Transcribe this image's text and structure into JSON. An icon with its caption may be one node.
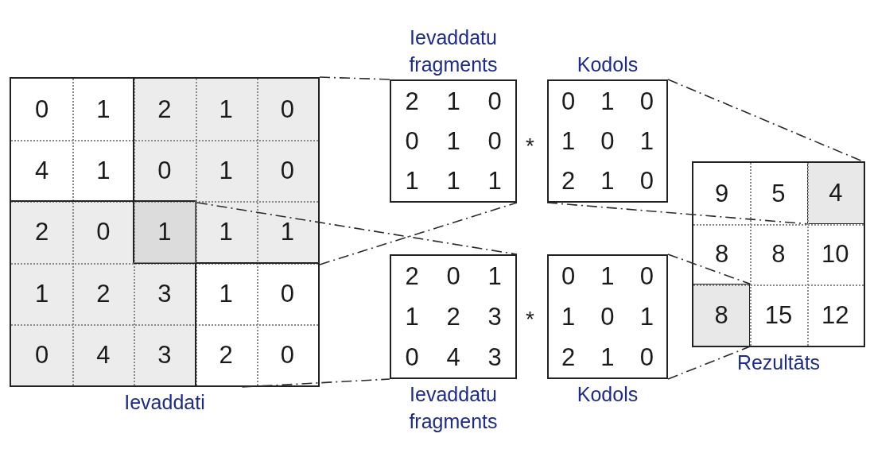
{
  "diagram": {
    "nodes": [
      {
        "text": [
          "0",
          "1",
          "2",
          "1",
          "0",
          "4",
          "1",
          "0",
          "1",
          "0",
          "2",
          "0",
          "1",
          "1",
          "1",
          "1",
          "2",
          "3",
          "1",
          "0",
          "0",
          "4",
          "3",
          "2",
          "0",
          "Ievaddati"
        ]
      },
      {
        "text": [
          "Ievaddatu fragments",
          "2",
          "1",
          "0",
          "0",
          "1",
          "0",
          "1",
          "1",
          "1"
        ]
      },
      {
        "text": [
          "Kodols",
          "0",
          "1",
          "0",
          "1",
          "0",
          "1",
          "2",
          "1",
          "0"
        ]
      },
      {
        "text": [
          "2",
          "0",
          "1",
          "1",
          "2",
          "3",
          "0",
          "4",
          "3",
          "Ievaddatu fragments"
        ]
      },
      {
        "text": [
          "0",
          "1",
          "0",
          "1",
          "0",
          "1",
          "2",
          "1",
          "0",
          "Kodols"
        ]
      },
      {
        "text": [
          "9",
          "5",
          "8",
          "8",
          "10",
          "15",
          "12",
          "Rezultāts"
        ]
      },
      {
        "text": [
          "4"
        ],
        "in": 5
      },
      {
        "text": [
          "8"
        ],
        "in": 5
      }
    ],
    "edges": [
      {
        "from": 0,
        "to": 1,
        "arrow": "none",
        "style": "dashed"
      },
      {
        "from": 0,
        "to": 1,
        "arrow": "none",
        "style": "dashed"
      },
      {
        "from": 0,
        "to": 3,
        "arrow": "none",
        "style": "dashed"
      },
      {
        "from": 0,
        "to": 3,
        "arrow": "none",
        "style": "dashed"
      },
      {
        "from": 2,
        "to": 6,
        "arrow": "none",
        "style": "dashed"
      },
      {
        "from": 2,
        "to": 6,
        "arrow": "none",
        "style": "dashed"
      },
      {
        "from": 4,
        "to": 7,
        "arrow": "none",
        "style": "dashed"
      },
      {
        "from": 4,
        "to": 7,
        "arrow": "none",
        "style": "dashed"
      }
    ],
    "labels": [
      "*",
      "*"
    ]
  }
}
